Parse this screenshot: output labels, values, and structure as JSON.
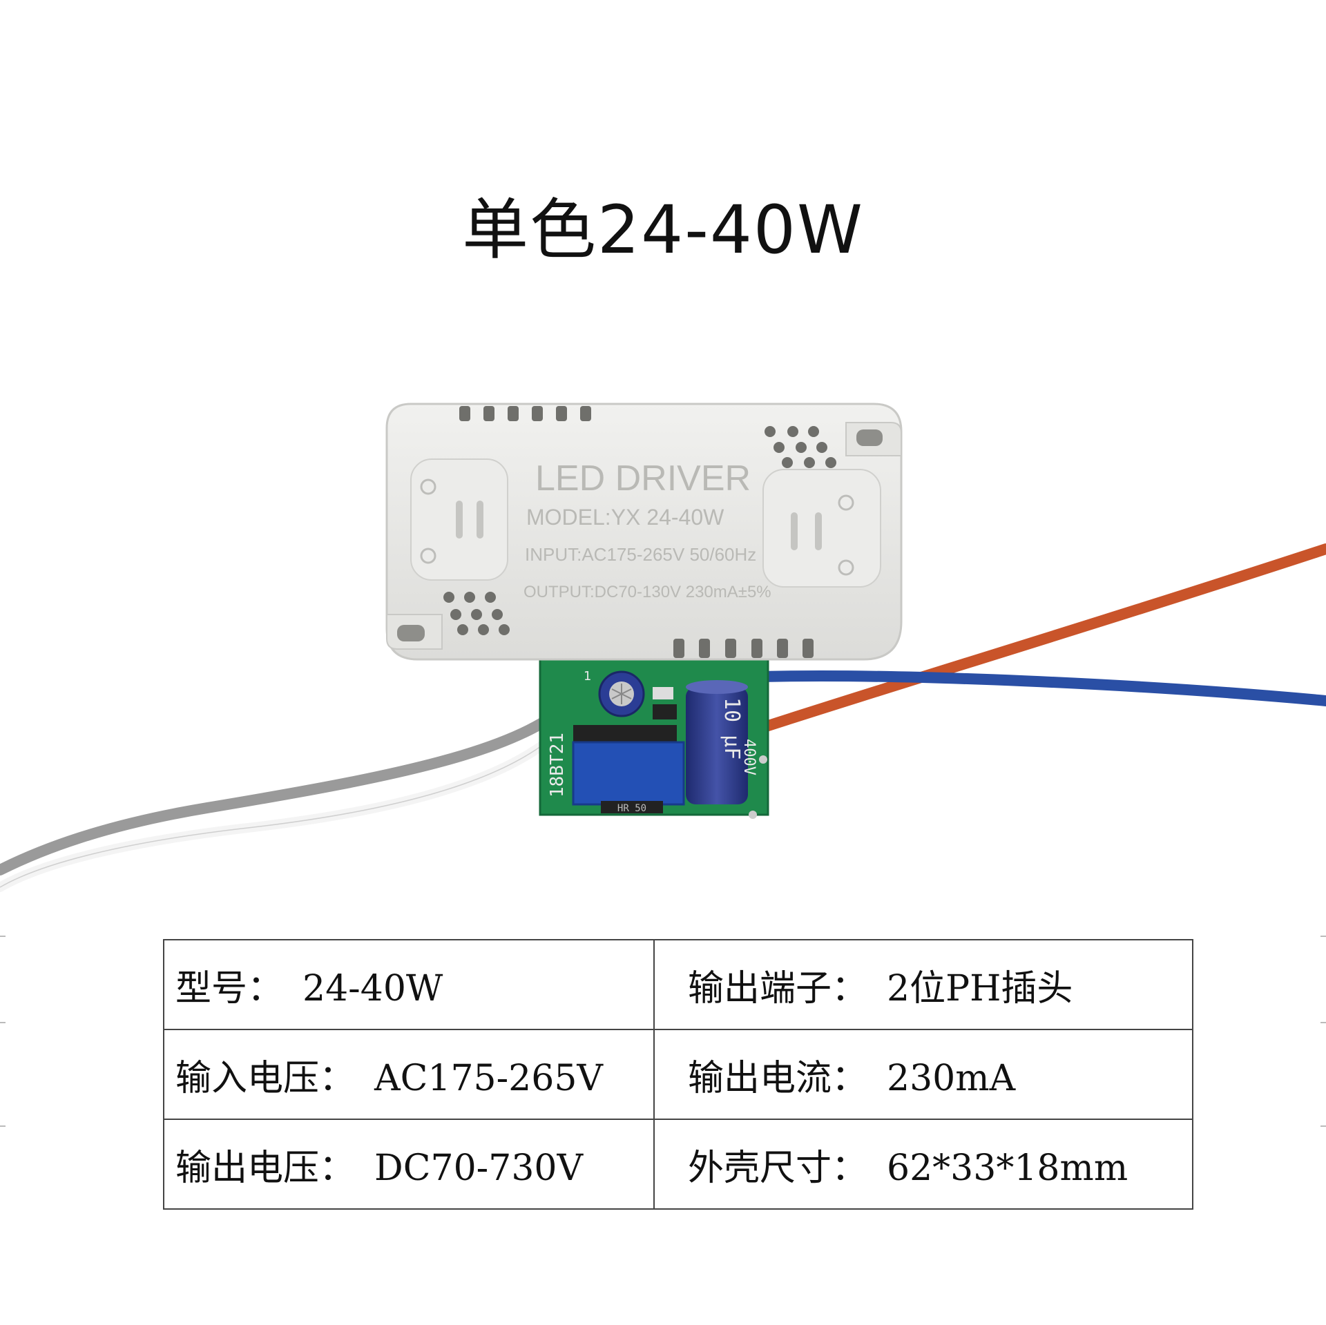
{
  "title": "单色24-40W",
  "product_label": {
    "line1": "LED DRIVER",
    "line2": "MODEL:YX 24-40W",
    "line3": "INPUT:AC175-265V 50/60Hz",
    "line4": "OUTPUT:DC70-130V 230mA±5%"
  },
  "pcb": {
    "board_text": "18BT21",
    "pin_mark": "1",
    "capacitor_text": "10 μF",
    "capacitor_text2": "400V",
    "transformer_text": "HR 50"
  },
  "specs": [
    {
      "left": {
        "label": "型号：",
        "value": "24-40W"
      },
      "right": {
        "label": "输出端子：",
        "value": "2位PH插头"
      }
    },
    {
      "left": {
        "label": "输入电压：",
        "value": "AC175-265V"
      },
      "right": {
        "label": "输出电流：",
        "value": "230mA"
      }
    },
    {
      "left": {
        "label": "输出电压：",
        "value": "DC70-730V"
      },
      "right": {
        "label": "外壳尺寸：",
        "value": "62*33*18mm"
      }
    }
  ],
  "colors": {
    "case": "#e9e9e6",
    "pcb": "#1f8a4c",
    "wire_red": "#c9542a",
    "wire_blue": "#2a4fa5",
    "wire_gray": "#9a9a9a",
    "wire_white": "#f4f4f4",
    "capacitor": "#2c3a8c",
    "transformer": "#2350b5"
  }
}
